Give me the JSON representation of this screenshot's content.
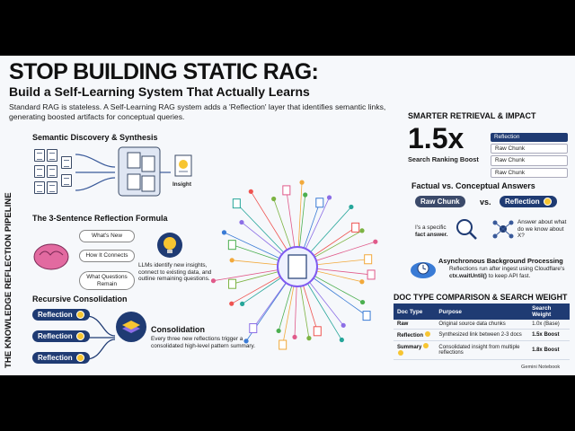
{
  "header": {
    "title": "STOP BUILDING STATIC RAG:",
    "subtitle": "Build a Self-Learning System That Actually Learns",
    "intro": "Standard RAG is stateless. A Self-Learning RAG system adds a 'Reflection' layer that identifies semantic links, generating boosted artifacts for conceptual queries."
  },
  "pipeline": {
    "vertical_label": "THE KNOWLEDGE REFLECTION PIPELINE",
    "discovery": {
      "title": "Semantic Discovery & Synthesis",
      "insight_label": "Insight"
    },
    "formula": {
      "title": "The 3-Sentence Reflection Formula",
      "bubbles": [
        "What's New",
        "How It Connects",
        "What Questions Remain"
      ],
      "caption": "LLMs identify new insights, connect to existing data, and outline remaining questions."
    },
    "consolidation": {
      "title": "Recursive Consolidation",
      "pills": [
        "Reflection",
        "Reflection",
        "Reflection"
      ],
      "heading": "Consolidation",
      "caption": "Every three new reflections trigger a consolidated high-level pattern summary."
    }
  },
  "retrieval": {
    "title": "SMARTER RETRIEVAL & IMPACT",
    "big_number": "1.5x",
    "big_caption": "Search Ranking Boost",
    "ranking_items": [
      "Reflection",
      "Raw Chunk",
      "Raw Chunk",
      "Raw Chunk"
    ]
  },
  "factual": {
    "title": "Factual vs. Conceptual Answers",
    "left_pill": "Raw Chunk",
    "vs": "vs.",
    "right_pill": "Reflection",
    "left_caption_a": "I's a specific",
    "left_caption_b": "fact answer.",
    "right_caption": "Answer about what do we know about X?"
  },
  "async": {
    "title": "Asynchronous Background Processing",
    "caption_a": "Reflections run after ingest using Cloudflare's",
    "caption_b": "ctx.waitUntil()",
    "caption_c": "to keep API fast."
  },
  "doc_table": {
    "title": "DOC TYPE COMPARISON & SEARCH WEIGHT",
    "headers": [
      "Doc Type",
      "Purpose",
      "Search Weight"
    ],
    "rows": [
      {
        "type": "Raw",
        "purpose": "Original source data chunks",
        "weight": "1.0x (Base)"
      },
      {
        "type": "Reflection",
        "purpose": "Synthesized link between 2-3 docs",
        "weight": "1.5x Boost"
      },
      {
        "type": "Summary",
        "purpose": "Consolidated insight from multiple reflections",
        "weight": "1.8x Boost"
      }
    ]
  },
  "footer": {
    "brand": "Gemini Notebook"
  },
  "colors": {
    "navy": "#1f3b73",
    "bulb": "#f7c531",
    "hub_ring": "#7f5af0"
  }
}
